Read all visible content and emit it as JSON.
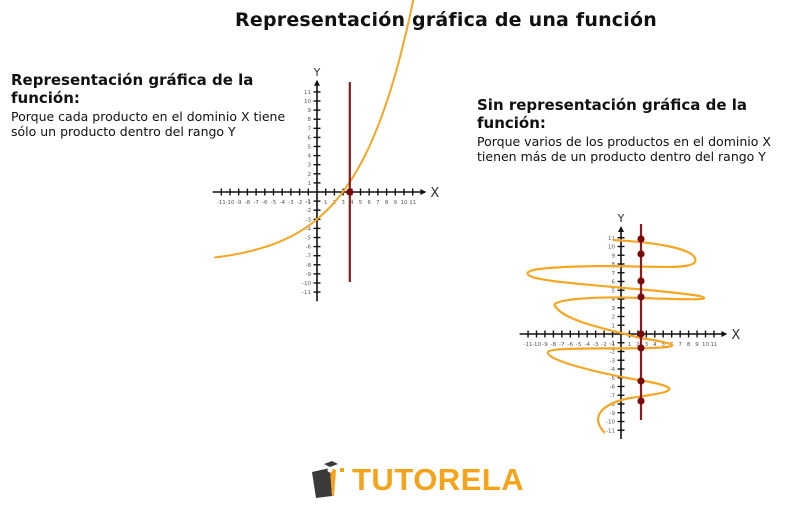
{
  "title": "Representación gráfica de una función",
  "left_panel": {
    "heading": "Representación gráfica de la función:",
    "description": "Porque cada producto en el dominio X tiene sólo un producto dentro del rango Y",
    "graph": {
      "x_label": "X",
      "y_label": "Y",
      "x_ticks": [
        -11,
        -10,
        -9,
        -8,
        -7,
        -6,
        -5,
        -4,
        -3,
        -2,
        -1,
        1,
        2,
        3,
        4,
        5,
        6,
        7,
        8,
        9,
        10,
        11
      ],
      "y_ticks": [
        11,
        10,
        9,
        8,
        7,
        6,
        5,
        4,
        3,
        2,
        1,
        -1,
        -2,
        -3,
        -4,
        -5,
        -6,
        -7,
        -8,
        -9,
        -10,
        -11
      ],
      "vertical_line_x": 4,
      "intersections": [
        [
          4,
          0
        ]
      ],
      "curve_color": "#f5a623",
      "line_color": "#8b1a1a"
    }
  },
  "right_panel": {
    "heading": "Sin representación gráfica de la función:",
    "description": "Porque varios de los productos en el dominio X tienen más de un producto dentro del rango Y",
    "graph": {
      "x_label": "X",
      "y_label": "Y",
      "x_ticks": [
        -11,
        -10,
        -9,
        -8,
        -7,
        -6,
        -5,
        -4,
        -3,
        -2,
        -1,
        1,
        2,
        3,
        4,
        5,
        6,
        7,
        8,
        9,
        10,
        11
      ],
      "y_ticks": [
        11,
        10,
        9,
        8,
        7,
        6,
        5,
        4,
        3,
        2,
        1,
        -1,
        -2,
        -3,
        -4,
        -5,
        -6,
        -7,
        -8,
        -9,
        -10,
        -11
      ],
      "vertical_line_x": 2.4,
      "intersection_y_values": [
        11,
        9.3,
        6.2,
        4.4,
        0,
        -1.6,
        -5.4,
        -7.8
      ],
      "curve_color": "#f5a623",
      "line_color": "#8b1a1a"
    }
  },
  "logo": {
    "text": "TUTORELA",
    "color": "#f5a319"
  }
}
